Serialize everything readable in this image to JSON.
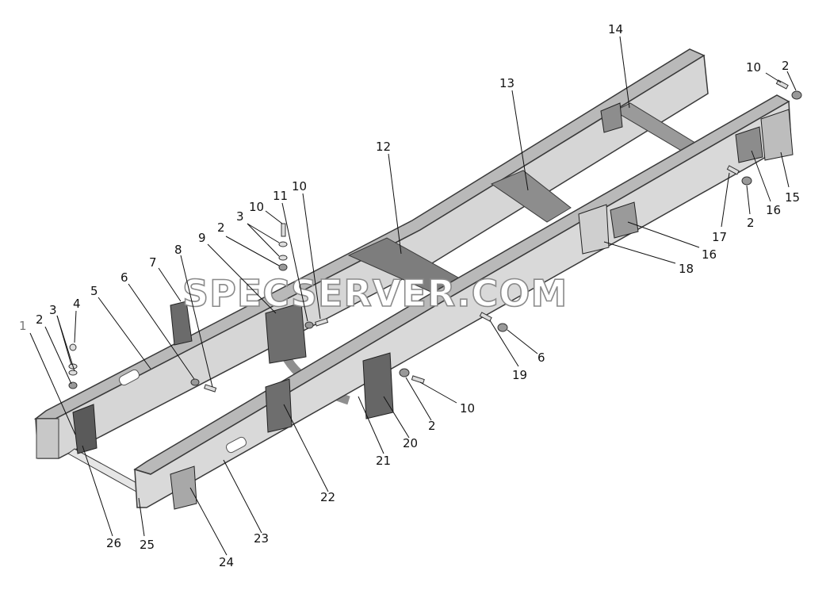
{
  "diagram": {
    "watermark": "SPECSERVER.COM",
    "colors": {
      "rail_top": "#b9b9b9",
      "rail_face": "#d6d6d6",
      "rail_edge": "#3a3a3a",
      "dark_part": "#5a5a5a",
      "leader": "#111111"
    },
    "labels": {
      "l1": "1",
      "l2a": "2",
      "l3a": "3",
      "l4": "4",
      "l5": "5",
      "l6a": "6",
      "l7": "7",
      "l8": "8",
      "l9": "9",
      "l2b": "2",
      "l3b": "3",
      "l10a": "10",
      "l11": "11",
      "l10b": "10",
      "l12": "12",
      "l13": "13",
      "l14": "14",
      "l10c": "10",
      "l2c": "2",
      "l15": "15",
      "l16a": "16",
      "l17": "17",
      "l2d": "2",
      "l16b": "16",
      "l18": "18",
      "l19": "19",
      "l6b": "6",
      "l10d": "10",
      "l2e": "2",
      "l20": "20",
      "l21": "21",
      "l22": "22",
      "l23": "23",
      "l24": "24",
      "l25": "25",
      "l26": "26"
    }
  }
}
